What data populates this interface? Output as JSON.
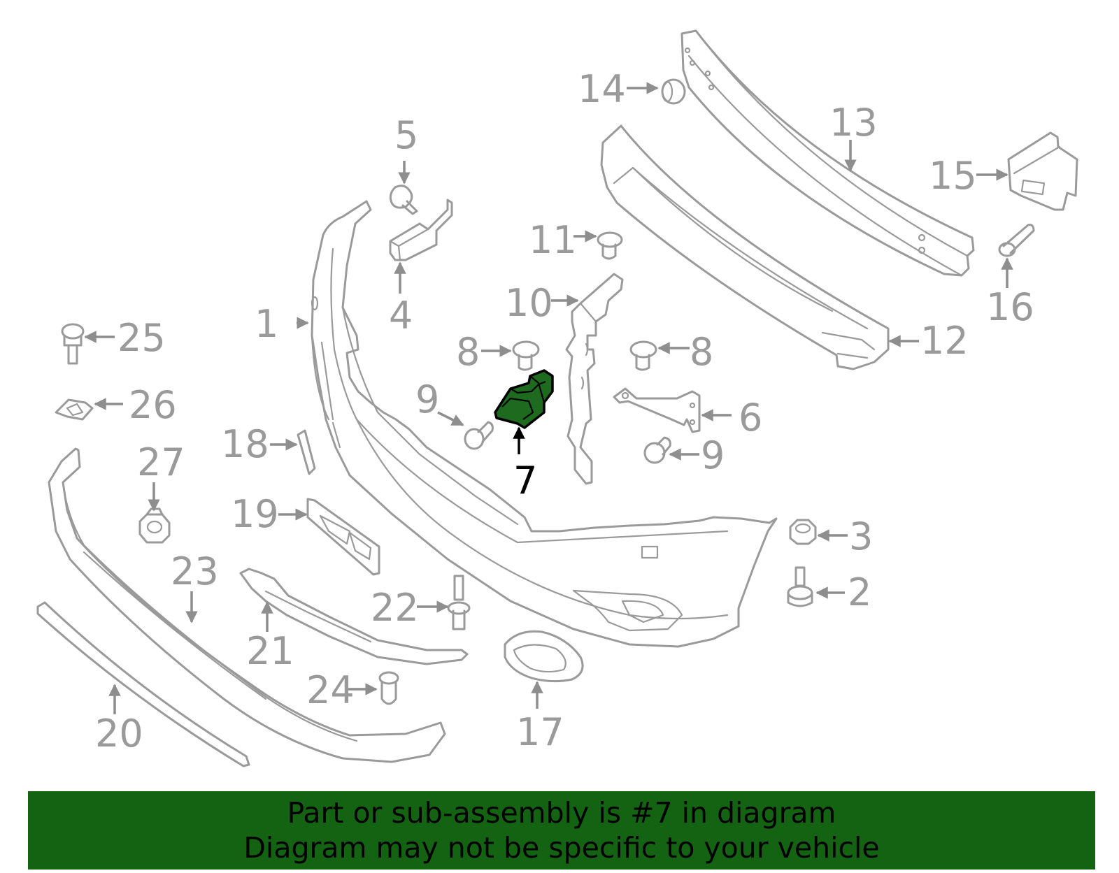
{
  "diagram": {
    "highlighted_part": "7",
    "highlight_color": "#1e6a1e",
    "line_color": "#9a9a9a",
    "callouts": [
      "1",
      "2",
      "3",
      "4",
      "5",
      "6",
      "7",
      "8",
      "8",
      "9",
      "9",
      "10",
      "11",
      "12",
      "13",
      "14",
      "15",
      "16",
      "17",
      "18",
      "19",
      "20",
      "21",
      "22",
      "23",
      "24",
      "25",
      "26",
      "27"
    ]
  },
  "banner": {
    "background": "#136313",
    "line1": "Part or sub-assembly is #7 in diagram",
    "line2": "Diagram may not be specific to your vehicle"
  }
}
